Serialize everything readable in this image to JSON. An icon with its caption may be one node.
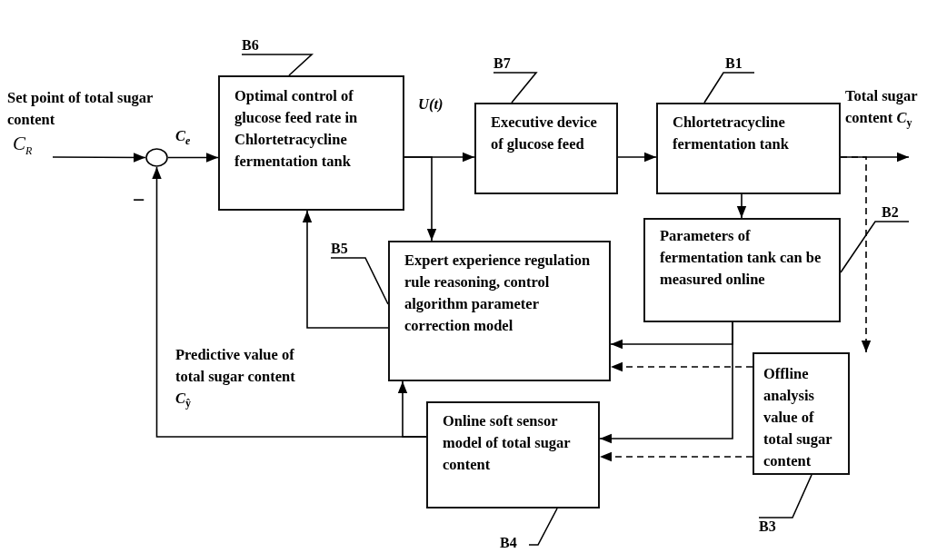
{
  "diagram": {
    "nodes": [
      {
        "text": [
          "Set point of total sugar content",
          "C$_{R}$"
        ]
      },
      {
        "text": [],
        "shape": "circle"
      },
      {
        "text": [
          "Optimal control of glucose feed rate in Chlortetracycline fermentation tank"
        ]
      },
      {
        "text": [
          "Executive device of glucose feed"
        ]
      },
      {
        "text": [
          "Chlortetracycline fermentation tank"
        ]
      },
      {
        "text": [
          "Parameters of fermentation tank can be measured online"
        ]
      },
      {
        "text": [
          "Expert experience regulation rule reasoning, control algorithm parameter correction model"
        ]
      },
      {
        "text": [
          "Offline analysis value of total sugar content"
        ]
      },
      {
        "text": [
          "Online soft sensor model of total sugar content"
        ]
      },
      {
        "text": [
          "B6"
        ]
      },
      {
        "text": [
          "B7"
        ]
      },
      {
        "text": [
          "B1"
        ]
      },
      {
        "text": [
          "B2"
        ]
      },
      {
        "text": [
          "B5"
        ]
      },
      {
        "text": [
          "B3"
        ]
      },
      {
        "text": [
          "B4"
        ]
      }
    ],
    "edges": [
      {
        "from": 0,
        "to": 1,
        "arrow": "to"
      },
      {
        "from": 1,
        "to": 2,
        "arrow": "to",
        "label": "C$_{e}$"
      },
      {
        "from": 2,
        "to": 3,
        "arrow": "to",
        "label": "U(t)"
      },
      {
        "from": 2,
        "to": 6,
        "arrow": "to"
      },
      {
        "from": 3,
        "to": 4,
        "arrow": "to"
      },
      {
        "from": 4,
        "to": null,
        "arrow": "to",
        "label": "Total sugar content *C*$_{y}$"
      },
      {
        "from": 4,
        "to": 5,
        "arrow": "to"
      },
      {
        "from": 4,
        "to": 7,
        "arrow": "to",
        "style": "dashed"
      },
      {
        "from": 6,
        "to": 2,
        "arrow": "to"
      },
      {
        "from": 5,
        "to": 6,
        "arrow": "to"
      },
      {
        "from": 5,
        "to": 8,
        "arrow": "to"
      },
      {
        "from": 7,
        "to": 6,
        "arrow": "to",
        "style": "dashed"
      },
      {
        "from": 7,
        "to": 8,
        "arrow": "to",
        "style": "dashed"
      },
      {
        "from": 8,
        "to": 1,
        "arrow": "to",
        "label": "Predictive value of total sugar content *C*$_{ŷ}$"
      },
      {
        "from": 8,
        "to": 6,
        "arrow": "to"
      },
      {
        "from": 9,
        "to": 2,
        "arrow": "none"
      },
      {
        "from": 10,
        "to": 3,
        "arrow": "none"
      },
      {
        "from": 11,
        "to": 4,
        "arrow": "none"
      },
      {
        "from": 12,
        "to": 5,
        "arrow": "none"
      },
      {
        "from": 13,
        "to": 6,
        "arrow": "none"
      },
      {
        "from": 14,
        "to": 7,
        "arrow": "none"
      },
      {
        "from": 15,
        "to": 8,
        "arrow": "none"
      }
    ],
    "labels": [
      "−"
    ]
  }
}
